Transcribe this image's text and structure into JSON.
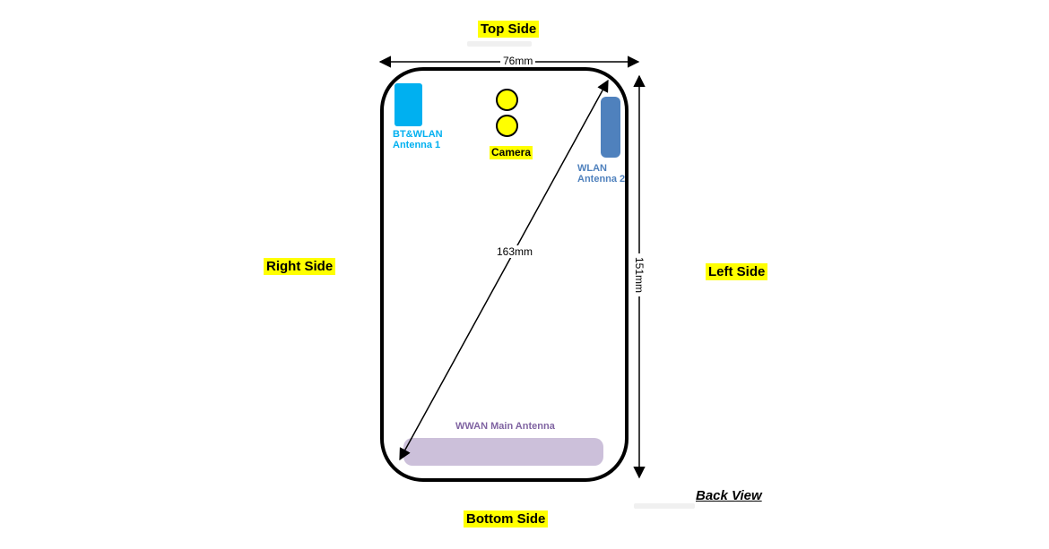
{
  "diagram": {
    "view_label": "Back View",
    "sides": {
      "top": "Top Side",
      "bottom": "Bottom Side",
      "left": "Left Side",
      "right": "Right Side"
    },
    "dimensions": {
      "width": "76mm",
      "height": "151mm",
      "diagonal": "163mm"
    },
    "components": {
      "bt_wlan_antenna1": {
        "line1": "BT&WLAN",
        "line2": "Antenna 1"
      },
      "wlan_antenna2": {
        "line1": "WLAN",
        "line2": "Antenna 2"
      },
      "wwan_main_antenna": {
        "label": "WWAN Main Antenna"
      },
      "camera": {
        "label": "Camera"
      }
    },
    "colors": {
      "highlight": "#FFFF00",
      "bt_wlan_antenna1": "#00B0F0",
      "wlan_antenna2": "#4F81BD",
      "wwan_fill": "#CCC0DA",
      "wwan_text": "#8064A2",
      "camera_dot": "#FFFF00",
      "outline": "#000000"
    }
  }
}
